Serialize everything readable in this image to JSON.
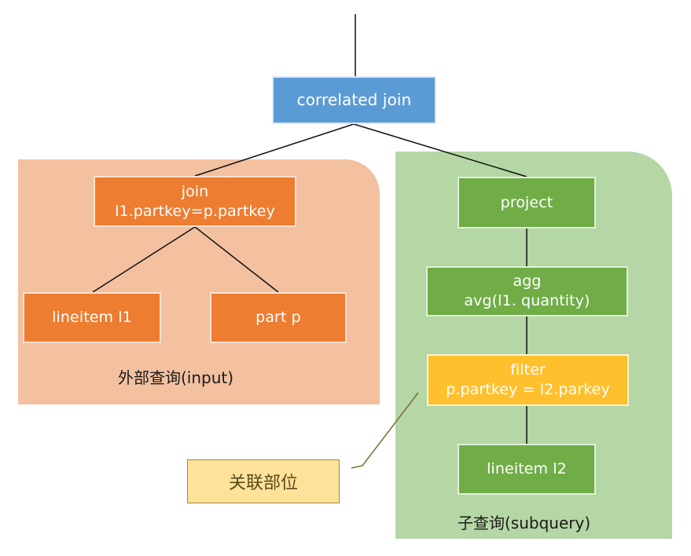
{
  "diagram": {
    "title_node": {
      "label": "correlated join",
      "color": "#5b9bd5"
    },
    "outer_query": {
      "label": "外部查询(input)",
      "background": "#f3c0a0",
      "nodes": {
        "join": {
          "line1": "join",
          "line2": "l1.partkey=p.partkey"
        },
        "lineitem_l1": {
          "label": "lineitem l1"
        },
        "part_p": {
          "label": "part p"
        }
      },
      "node_color": "#ed7d31"
    },
    "subquery": {
      "label": "子查询(subquery)",
      "background": "#b5d6a5",
      "nodes": {
        "project": {
          "label": "project"
        },
        "agg": {
          "line1": "agg",
          "line2": "avg(l1. quantity)"
        },
        "filter": {
          "line1": "filter",
          "line2": "p.partkey = l2.parkey"
        },
        "lineitem_l2": {
          "label": "lineitem l2"
        }
      },
      "node_color": "#70ad47",
      "highlight_color": "#ffc02d"
    },
    "callout": {
      "label": "关联部位",
      "color": "#ffe29a"
    },
    "edges": [
      {
        "from": "root",
        "to": "correlated_join"
      },
      {
        "from": "correlated_join",
        "to": "join"
      },
      {
        "from": "correlated_join",
        "to": "project"
      },
      {
        "from": "join",
        "to": "lineitem_l1"
      },
      {
        "from": "join",
        "to": "part_p"
      },
      {
        "from": "project",
        "to": "agg"
      },
      {
        "from": "agg",
        "to": "filter"
      },
      {
        "from": "filter",
        "to": "lineitem_l2"
      },
      {
        "from": "callout",
        "to": "filter"
      }
    ]
  }
}
